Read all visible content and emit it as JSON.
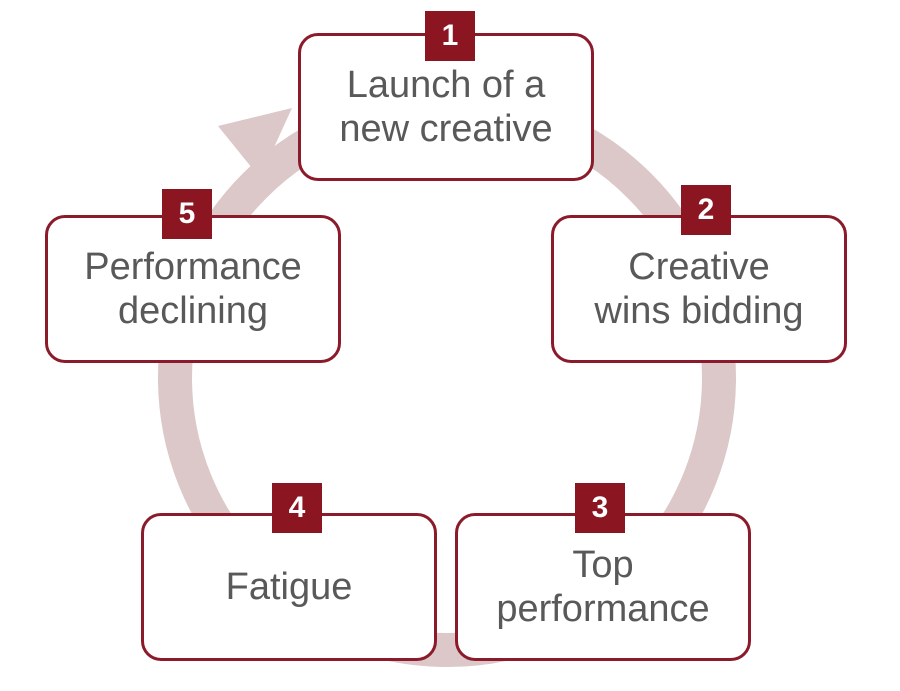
{
  "colors": {
    "accent": "#8b1521",
    "box_border": "#8b1a2a",
    "cycle_ring": "#dcc8c8",
    "text": "#595959"
  },
  "steps": [
    {
      "number": "1",
      "lines": [
        "Launch of a",
        "new creative"
      ]
    },
    {
      "number": "2",
      "lines": [
        "Creative",
        "wins bidding"
      ]
    },
    {
      "number": "3",
      "lines": [
        "Top",
        "performance"
      ]
    },
    {
      "number": "4",
      "lines": [
        "Fatigue"
      ]
    },
    {
      "number": "5",
      "lines": [
        "Performance",
        "declining"
      ]
    }
  ]
}
